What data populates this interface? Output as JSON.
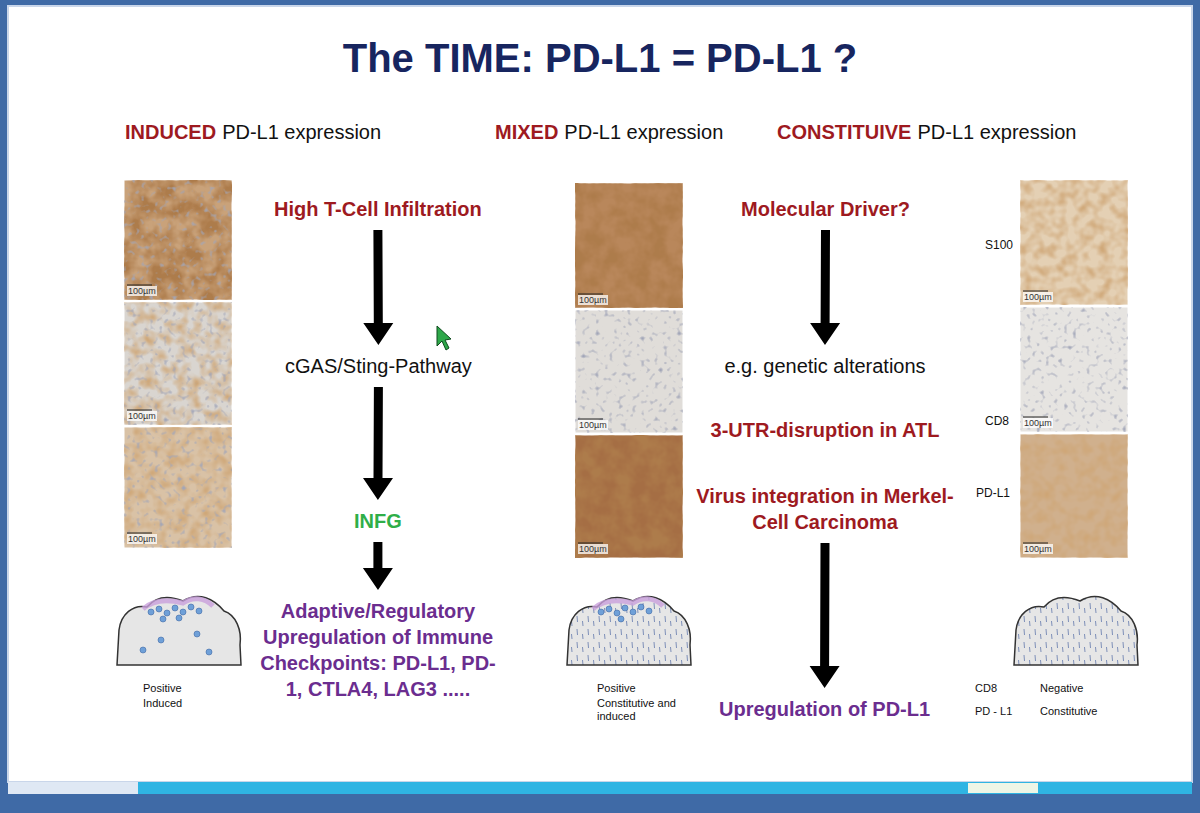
{
  "diagram": {
    "title": "The TIME: PD-L1 = PD-L1 ?",
    "nodes": [
      {
        "text": [
          "High T-Cell Infiltration"
        ]
      },
      {
        "text": [
          "cGAS/Sting-Pathway"
        ]
      },
      {
        "text": [
          "INFG"
        ]
      },
      {
        "text": [
          "Adaptive/Regulatory Upregulation of Immune Checkpoints: PD-L1, PD-1, CTLA4, LAG3 ....."
        ]
      },
      {
        "text": [
          "Molecular Driver?"
        ]
      },
      {
        "text": [
          "e.g. genetic alterations",
          "3-UTR-disruption in ATL",
          "Virus integration in Merkel-Cell Carcinoma"
        ]
      },
      {
        "text": [
          "Upregulation of PD-L1"
        ]
      }
    ],
    "edges": [
      {
        "from": 0,
        "to": 1,
        "arrow": "to"
      },
      {
        "from": 1,
        "to": 2,
        "arrow": "to"
      },
      {
        "from": 2,
        "to": 3,
        "arrow": "to"
      },
      {
        "from": 4,
        "to": 5,
        "arrow": "to"
      },
      {
        "from": 5,
        "to": 6,
        "arrow": "to"
      }
    ],
    "labels": [
      "INDUCED",
      "PD-L1 expression",
      "MIXED",
      "PD-L1 expression",
      "CONSTITUIVE",
      "PD-L1 expression",
      "100µm",
      "100µm",
      "100µm",
      "100µm",
      "100µm",
      "100µm",
      "S100",
      "100µm",
      "CD8",
      "100µm",
      "PD-L1",
      "100µm",
      "Positive",
      "Induced",
      "Positive",
      "Constitutive and induced",
      "CD8",
      "Negative",
      "PD - L1",
      "Constitutive"
    ]
  }
}
